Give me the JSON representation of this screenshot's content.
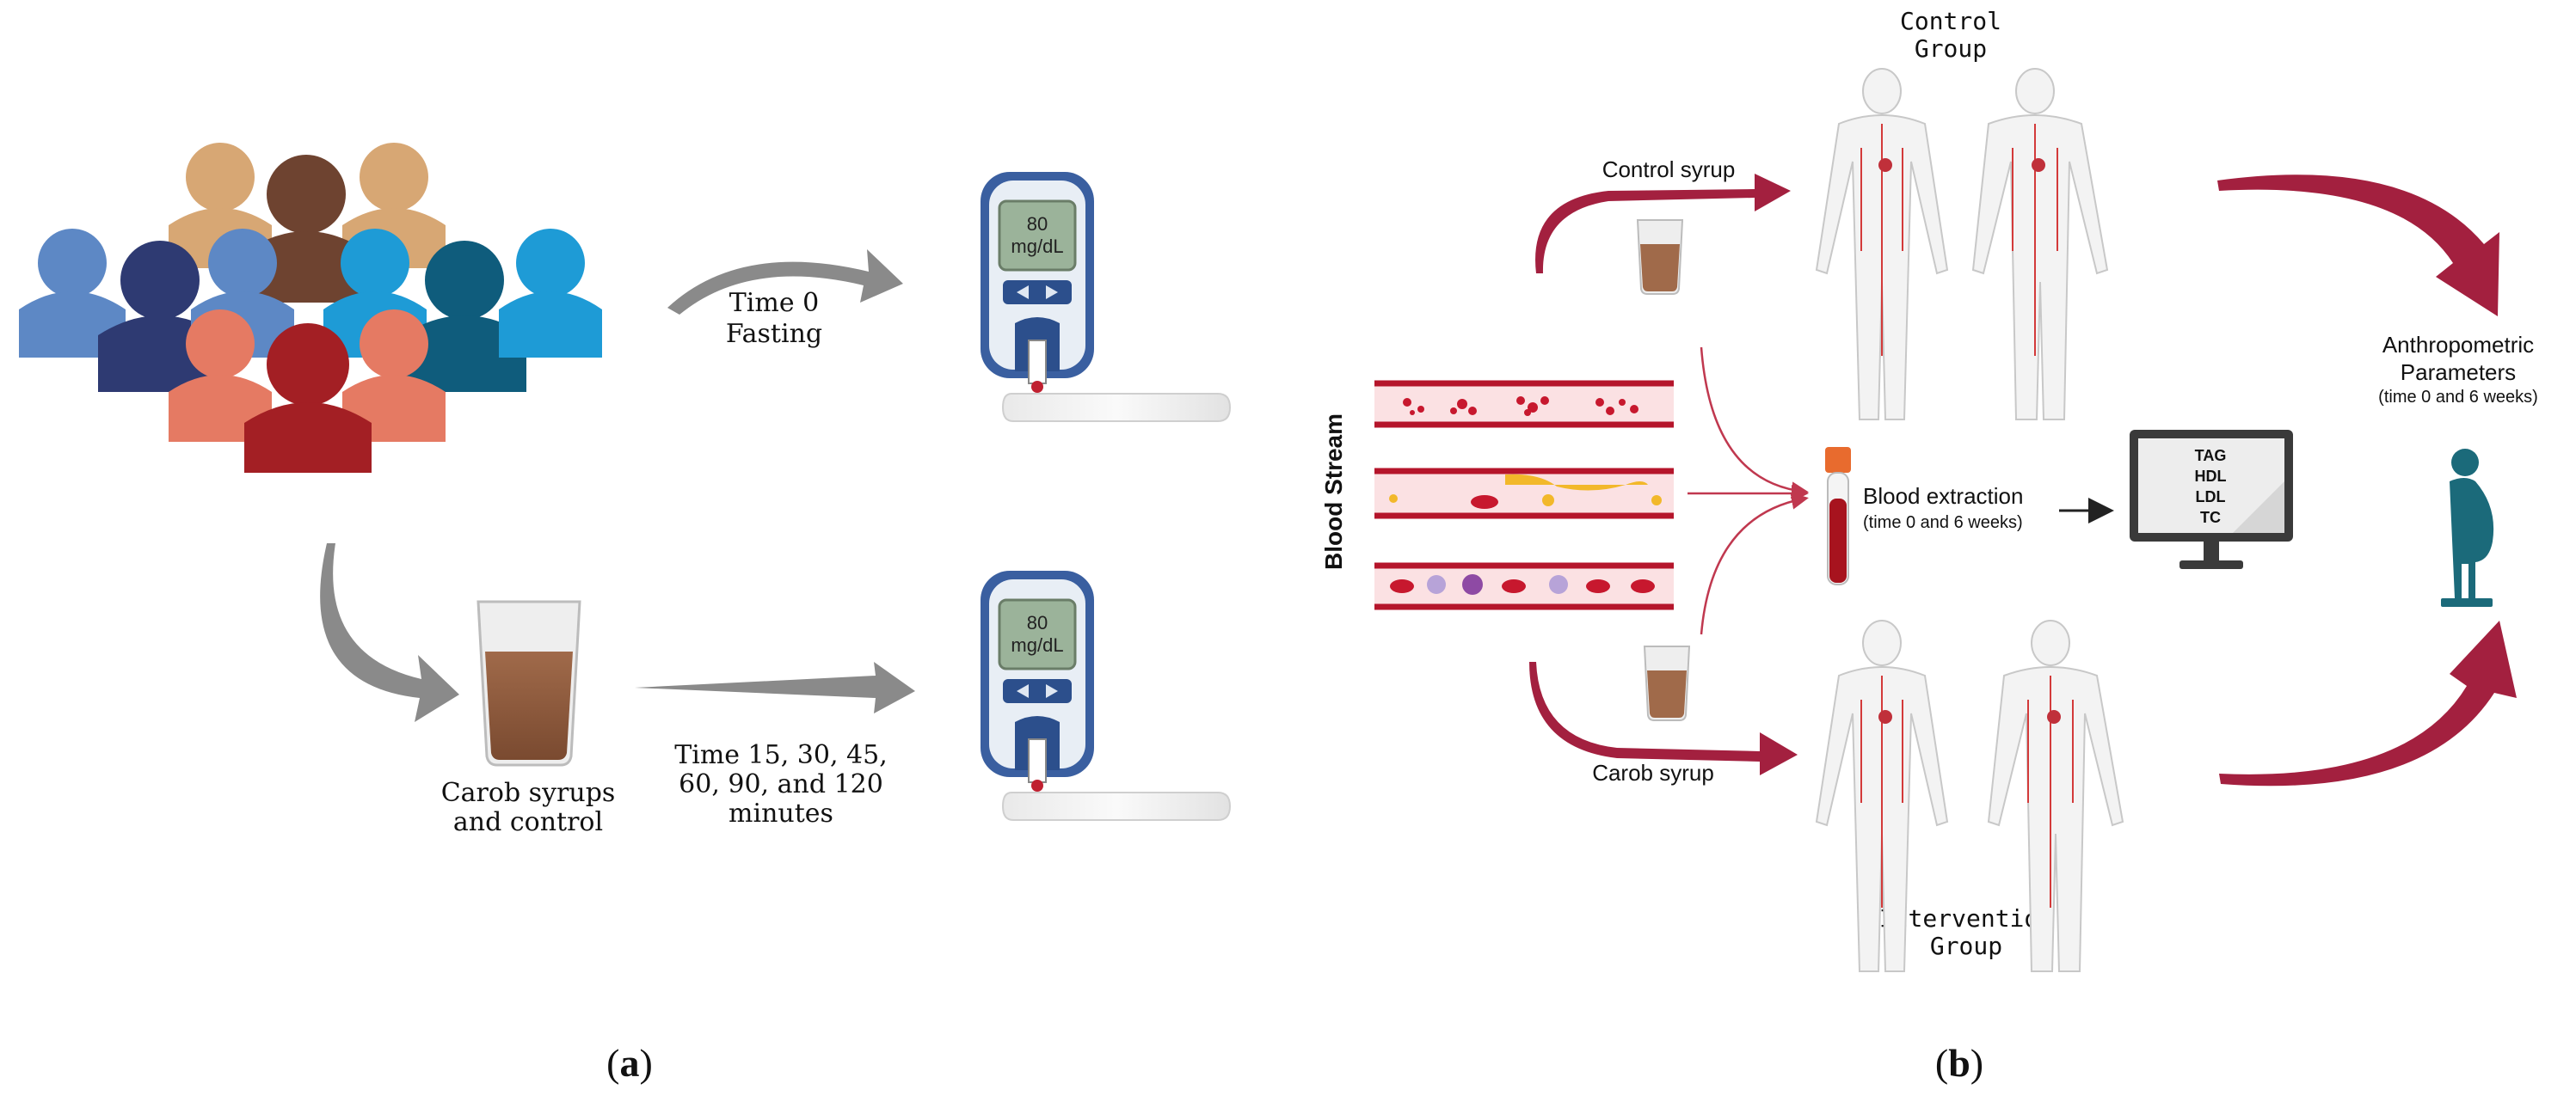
{
  "panel_a": {
    "panel_label": "a",
    "step1": {
      "line1": "Time 0",
      "line2": "Fasting"
    },
    "drink": {
      "line1": "Carob syrups",
      "line2": "and control"
    },
    "step2": {
      "line1": "Time 15, 30, 45,",
      "line2": "60, 90, and 120",
      "line3": "minutes"
    },
    "meter_top": {
      "value": "80",
      "unit": "mg/dL"
    },
    "meter_bottom": {
      "value": "80",
      "unit": "mg/dL"
    }
  },
  "panel_b": {
    "panel_label": "b",
    "control_group": {
      "line1": "Control",
      "line2": "Group"
    },
    "intervention_group": {
      "line1": "Intervention",
      "line2": "Group"
    },
    "control_syrup": "Control syrup",
    "carob_syrup": "Carob syrup",
    "blood_stream": "Blood Stream",
    "blood_extraction": {
      "line1": "Blood extraction",
      "line2": "(time 0 and 6 weeks)"
    },
    "monitor_lines": [
      "TAG",
      "HDL",
      "LDL",
      "TC"
    ],
    "anthropometric": {
      "line1": "Anthropometric",
      "line2": "Parameters",
      "line3": "(time 0 and 6 weeks)"
    }
  },
  "colors": {
    "arrow_grey": "#8a8a8a",
    "arrow_red": "#a3203f",
    "syrup_brown": "#8b5a3c",
    "vessel_red": "#b5152b",
    "body_teal": "#1b6a7a"
  }
}
